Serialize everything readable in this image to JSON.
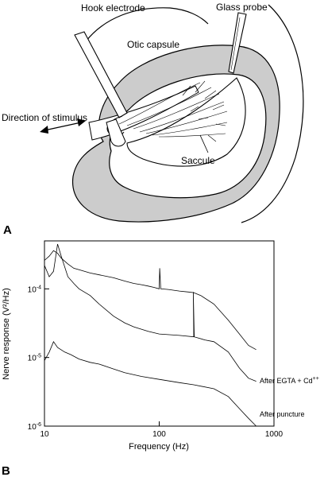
{
  "panel_a": {
    "letter": "A",
    "labels": {
      "hook_electrode": "Hook electrode",
      "glass_probe": "Glass probe",
      "otic_capsule": "Otic capsule",
      "direction_of_stimulus": "Direction of stimulus",
      "saccule": "Saccule"
    },
    "colors": {
      "capsule_fill": "#cccccc",
      "outline": "#000000"
    }
  },
  "panel_b": {
    "letter": "B",
    "annotations": {
      "egta": "After EGTA + Cd",
      "egta_sup": "++",
      "puncture": "After puncture"
    }
  },
  "chart_data": {
    "type": "line",
    "xlabel": "Frequency (Hz)",
    "ylabel": "Nerve response (V²/Hz)",
    "x_scale": "log",
    "y_scale": "log",
    "xlim": [
      10,
      1000
    ],
    "ylim": [
      1e-06,
      0.0005
    ],
    "x_ticks": [
      {
        "value": 10,
        "label": "10"
      },
      {
        "value": 100,
        "label": "100"
      },
      {
        "value": 1000,
        "label": "1000"
      }
    ],
    "y_ticks": [
      {
        "value": 0.0001,
        "label": "10",
        "exp": "-4"
      },
      {
        "value": 1e-05,
        "label": "10",
        "exp": "-5"
      },
      {
        "value": 1e-06,
        "label": "10",
        "exp": "-6"
      }
    ],
    "grid": false,
    "series": [
      {
        "x": [
          10,
          11,
          12,
          13,
          14,
          16,
          18,
          20,
          25,
          30,
          40,
          50,
          60,
          70,
          80,
          90,
          100,
          101,
          103,
          120,
          150,
          180,
          200,
          230,
          300,
          400,
          500,
          600,
          700
        ],
        "y": [
          0.00026,
          0.0003,
          0.00036,
          0.00033,
          0.00028,
          0.00023,
          0.0002,
          0.00019,
          0.00017,
          0.00016,
          0.000145,
          0.00013,
          0.00012,
          0.000115,
          0.00011,
          0.000105,
          0.0001,
          0.0002,
          0.0001,
          9.8e-05,
          9.3e-05,
          9e-05,
          8.8e-05,
          8e-05,
          6e-05,
          3.5e-05,
          2.2e-05,
          1.5e-05,
          1.3e-05
        ]
      },
      {
        "x": [
          10,
          11,
          12,
          13,
          14,
          16,
          18,
          20,
          25,
          30,
          40,
          50,
          60,
          80,
          100,
          150,
          200,
          198,
          202,
          250,
          300,
          400,
          500,
          600,
          700
        ],
        "y": [
          0.00022,
          0.00015,
          0.00018,
          0.00045,
          0.0003,
          0.00015,
          0.00012,
          0.0001,
          8e-05,
          6e-05,
          4e-05,
          3.2e-05,
          2.8e-05,
          2.4e-05,
          2.2e-05,
          2.1e-05,
          2e-05,
          9e-05,
          2e-05,
          1.8e-05,
          1.7e-05,
          1.2e-05,
          7e-06,
          5e-06,
          4.5e-06
        ]
      },
      {
        "x": [
          10,
          11,
          12,
          13,
          15,
          17,
          20,
          25,
          30,
          40,
          50,
          70,
          100,
          150,
          200,
          300,
          400,
          500,
          600,
          700
        ],
        "y": [
          9e-06,
          1.2e-05,
          1.7e-05,
          1.4e-05,
          1.2e-05,
          1.1e-05,
          9.5e-06,
          8.5e-06,
          8e-06,
          6.8e-06,
          6e-06,
          5.3e-06,
          4.8e-06,
          4.3e-06,
          4e-06,
          3.5e-06,
          2.7e-06,
          1.8e-06,
          1.3e-06,
          1e-06
        ]
      }
    ]
  }
}
